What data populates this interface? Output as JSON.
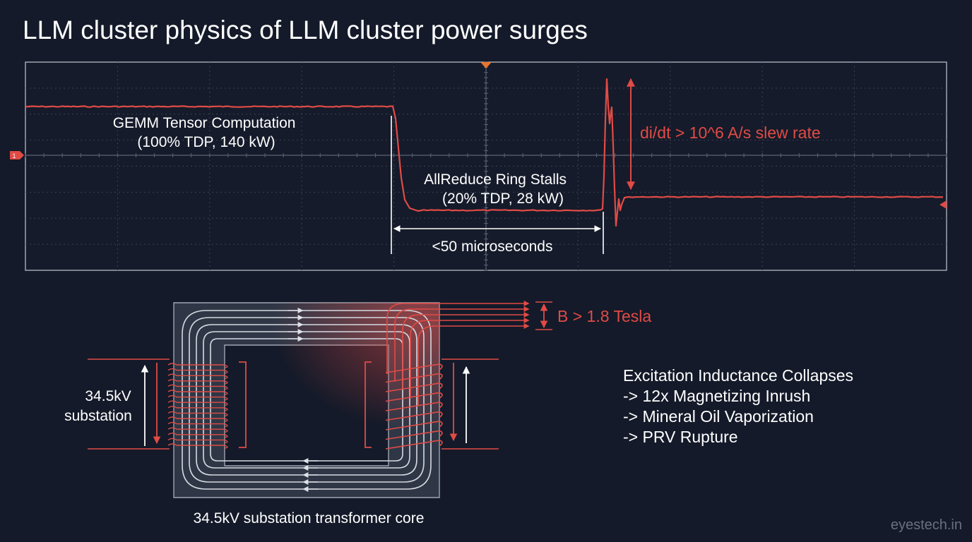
{
  "title": "LLM cluster physics of LLM cluster power surges",
  "watermark": "eyestech.in",
  "colors": {
    "background": "#141a29",
    "accent_red": "#e04b46",
    "text_white": "#ffffff",
    "grid": "#3b4455",
    "scope_border": "#9ea4b0",
    "trigger_orange": "#e8742f",
    "core_fill": "#2f3746"
  },
  "scope": {
    "channel_marker": "1",
    "high_label": [
      "GEMM Tensor Computation",
      "(100% TDP, 140 kW)"
    ],
    "low_label": [
      "AllReduce Ring Stalls",
      "(20% TDP, 28 kW)"
    ],
    "duration_label": "<50 microseconds",
    "slew_label": "di/dt > 10^6 A/s slew rate"
  },
  "transformer": {
    "input_label": [
      "34.5kV",
      "substation"
    ],
    "flux_label": "B > 1.8 Tesla",
    "core_caption": "34.5kV substation transformer core",
    "consequences": [
      "Excitation Inductance Collapses",
      "-> 12x Magnetizing Inrush",
      "-> Mineral Oil Vaporization",
      "-> PRV Rupture"
    ]
  }
}
